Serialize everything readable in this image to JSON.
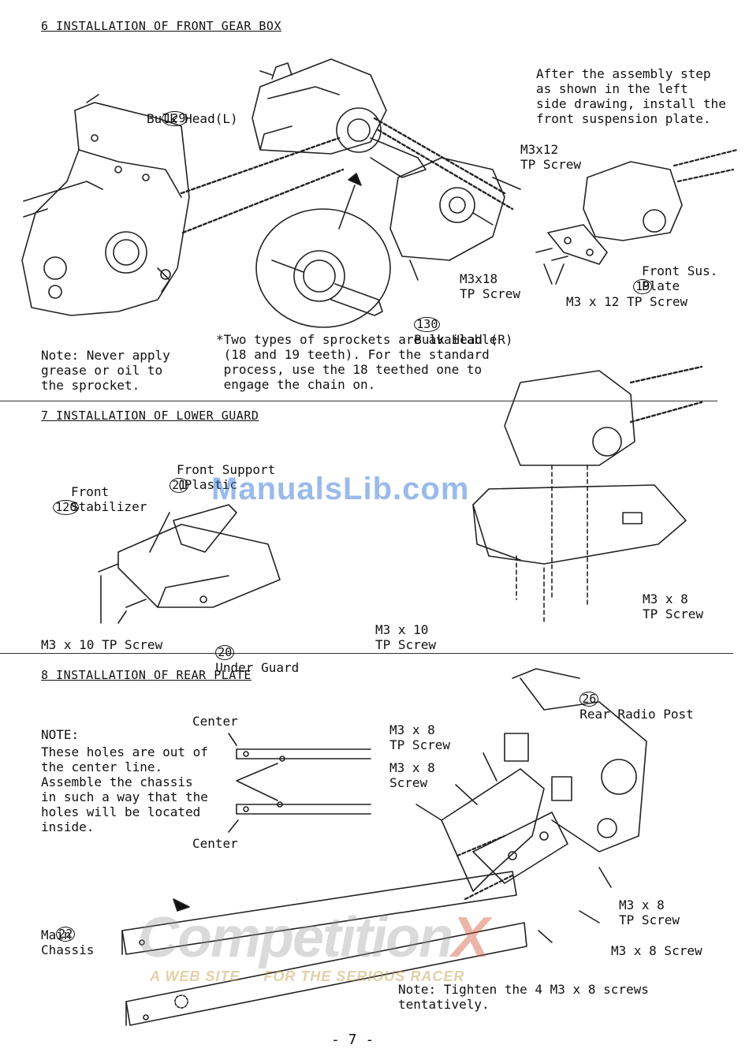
{
  "sections": {
    "s6": {
      "title": "6 INSTALLATION OF FRONT GEAR BOX",
      "instruction": "After the assembly step\nas shown in the left\nside drawing, install the\nfront suspension plate.",
      "label_129_num": "129",
      "label_129_text": "Bulk Head(L)",
      "screw_m3x12": "M3x12\nTP Screw",
      "screw_m3x18": "M3x18\nTP Screw",
      "label_130_num": "130",
      "label_130_text": "Bulk Head (R)",
      "label_19_num": "19",
      "label_19_text": "Front Sus.\nPlate",
      "screw_m3x12_b": "M3 x 12 TP Screw",
      "note": "Note: Never apply\ngrease or oil to\nthe sprocket.",
      "sprocket_note": "*Two types of sprockets are available\n (18 and 19 teeth). For the standard\n process, use the 18 teethed one to\n engage the chain on."
    },
    "s7": {
      "title": "7 INSTALLATION OF LOWER GUARD",
      "label_21_num": "21",
      "label_21_text": "Front Support\n(Plastic",
      "label_120_num": "120",
      "label_120_text": "Front\nStabilizer",
      "screw_m3x10": "M3 x 10 TP Screw",
      "label_20_num": "20",
      "label_20_text": "Under Guard",
      "screw_m3x10_b": "M3 x 10\nTP Screw",
      "screw_m3x8": "M3 x 8\nTP Screw"
    },
    "s8": {
      "title": "8 INSTALLATION OF REAR PLATE",
      "label_26_num": "26",
      "label_26_text": "Rear Radio Post",
      "note_heading": "NOTE:",
      "note_body": "These holes are out of\nthe center line.\nAssemble the chassis\nin such a way that the\nholes will be located\ninside.",
      "center_top": "Center",
      "center_bottom": "Center",
      "screw_a": "M3 x 8\nTP Screw",
      "screw_b": "M3 x 8\nScrew",
      "screw_c": "M3 x 8\nTP Screw",
      "screw_d": "M3 x 8 Screw",
      "label_22_num": "22",
      "label_22_text": "Main\nChassis",
      "tighten_note": "Note: Tighten the 4 M3 x 8 screws\ntentatively."
    }
  },
  "watermarks": {
    "manualslib": "ManualsLib.com",
    "competition": "Competition",
    "competition_x": "X",
    "tagline": "A WEB SITE     FOR THE SERIOUS RACER"
  },
  "page_number": "- 7 -"
}
